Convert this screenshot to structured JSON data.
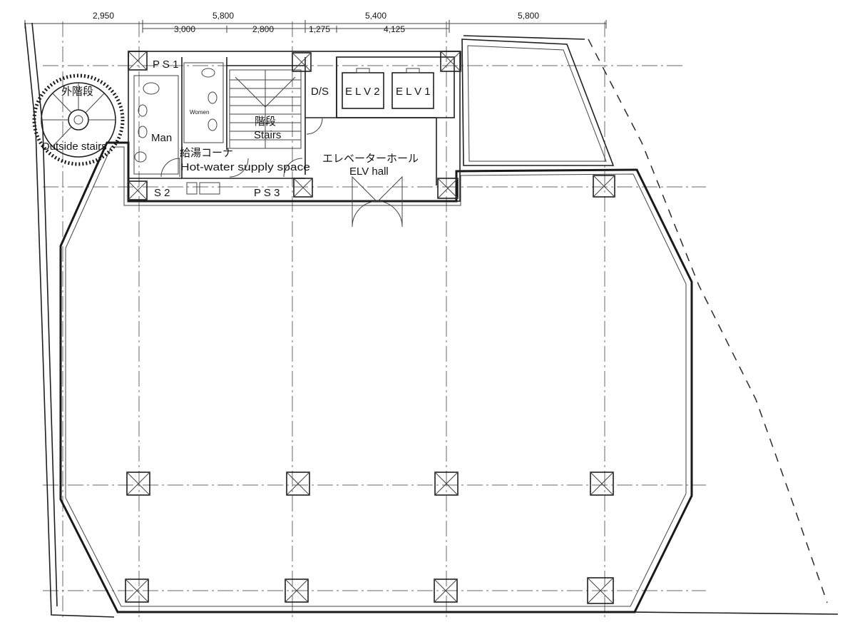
{
  "dimensions_top": [
    "2,950",
    "5,800",
    "5,400",
    "5,800"
  ],
  "dimensions_sub": [
    "3,000",
    "2,800",
    "1,275",
    "4,125"
  ],
  "rooms": {
    "ps1": "P S 1",
    "ps2": "S 2",
    "ps3": "P S 3",
    "ds": "D/S",
    "elv2": "E L V 2",
    "elv1": "E L V 1",
    "man": "Man",
    "women": "Women",
    "stairs_jp": "階段",
    "stairs_en": "Stairs",
    "hotwater_jp": "給湯コーナ",
    "hotwater_en": "Hot-water supply space",
    "elvhall_jp": "エレベーターホール",
    "elvhall_en": "ELV hall",
    "outside_jp": "外階段",
    "outside_en": "Outside stairs"
  }
}
